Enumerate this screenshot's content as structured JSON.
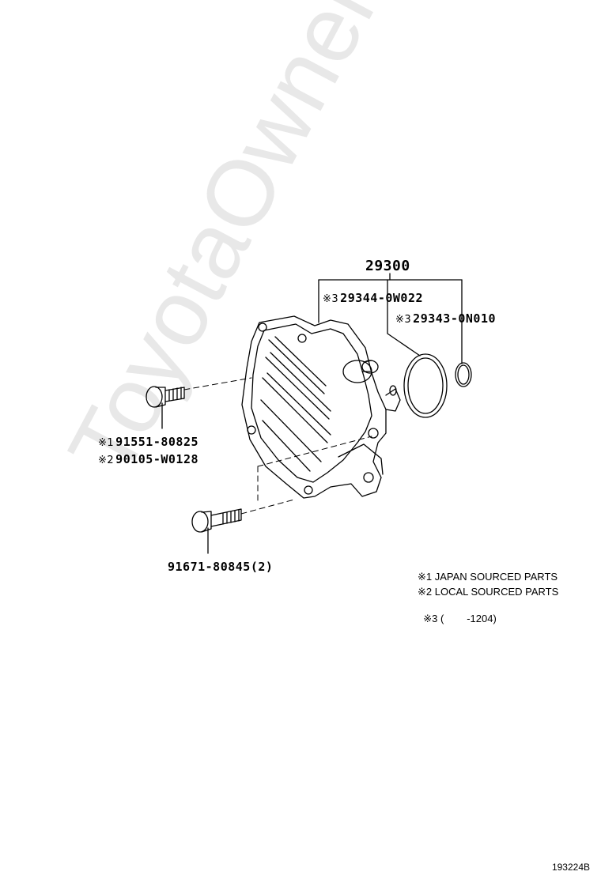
{
  "watermark": "ToyotaOwner.ru",
  "diagram_id": "193224B",
  "parts": {
    "assembly": {
      "number": "29300"
    },
    "gasket_large": {
      "mark": "※3",
      "number": "29344-0W022"
    },
    "gasket_small": {
      "mark": "※3",
      "number": "29343-0N010"
    },
    "bolt_a1": {
      "mark": "※1",
      "number": "91551-80825"
    },
    "bolt_a2": {
      "mark": "※2",
      "number": "90105-W0128"
    },
    "bolt_b": {
      "number": "91671-80845(2)"
    }
  },
  "notes": [
    {
      "mark": "※1",
      "text": "JAPAN SOURCED PARTS"
    },
    {
      "mark": "※2",
      "text": "LOCAL SOURCED PARTS"
    },
    {
      "mark": "※3",
      "text": "(        -1204)"
    }
  ]
}
